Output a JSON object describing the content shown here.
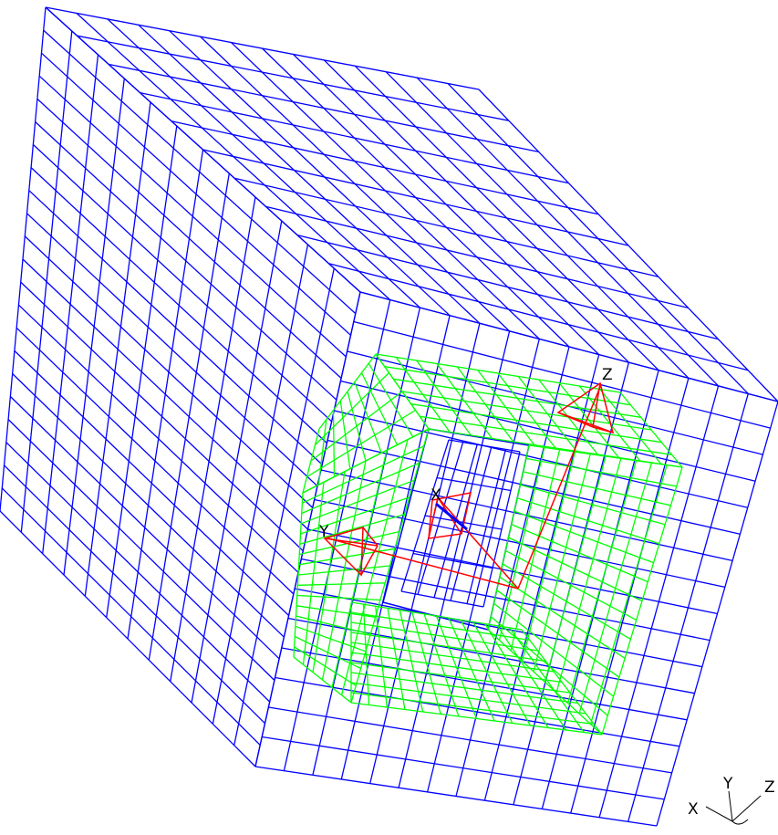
{
  "viewport": {
    "colors": {
      "outer_mesh": "#0000ff",
      "inner_mesh": "#00ff00",
      "local_axes": "#ff0000",
      "labels": "#000000",
      "background": "#ffffff"
    }
  },
  "local_triad": {
    "z_label": "Z",
    "y_label": "Y",
    "x_label": "X"
  },
  "global_triad": {
    "x_label": "X",
    "y_label": "Y",
    "z_label": "Z"
  }
}
